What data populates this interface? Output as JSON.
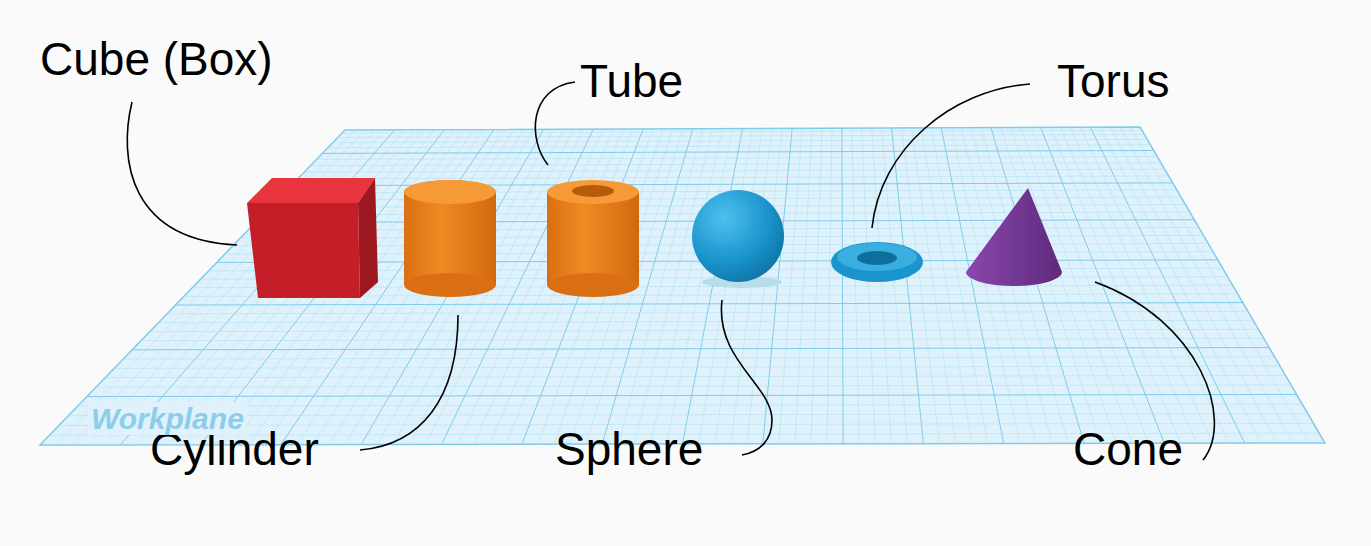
{
  "diagram": {
    "labels": [
      "Cube (Box)",
      "Tube",
      "Torus",
      "Cylinder",
      "Sphere",
      "Cone",
      "Workplane"
    ]
  }
}
